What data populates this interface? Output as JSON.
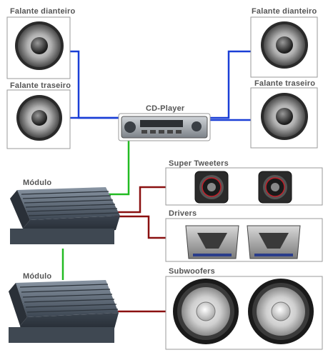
{
  "labels": {
    "front_left": "Falante dianteiro",
    "front_right": "Falante dianteiro",
    "rear_left": "Falante traseiro",
    "rear_right": "Falante traseiro",
    "cd_player": "CD-Player",
    "module_top": "Módulo",
    "module_bottom": "Módulo",
    "super_tweeters": "Super Tweeters",
    "drivers": "Drivers",
    "subwoofers": "Subwoofers"
  },
  "wire_colors": {
    "speaker_signal": "#1a3fd6",
    "rca_signal": "#22bb22",
    "power_output": "#8a1010"
  }
}
